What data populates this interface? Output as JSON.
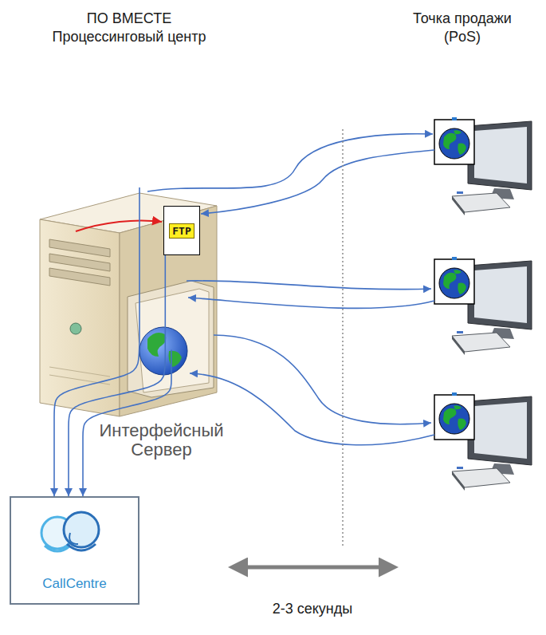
{
  "diagram": {
    "nodes": [
      {
        "text": [
          "Интерфейсный Сервер"
        ]
      },
      {
        "text": [
          "FTP"
        ],
        "in": 0
      },
      {
        "text": [
          "CallCentre"
        ]
      }
    ],
    "edges": [
      {
        "from": 0,
        "to": 2,
        "arrow": "to"
      },
      {
        "from": 1,
        "to": 2,
        "arrow": "to"
      },
      {
        "from": 0,
        "to": 2,
        "arrow": "to"
      }
    ],
    "labels": [
      "ПО ВМЕСТЕ Процессинговый центр",
      "Точка продажи (PoS)",
      "2-3 секунды"
    ]
  }
}
